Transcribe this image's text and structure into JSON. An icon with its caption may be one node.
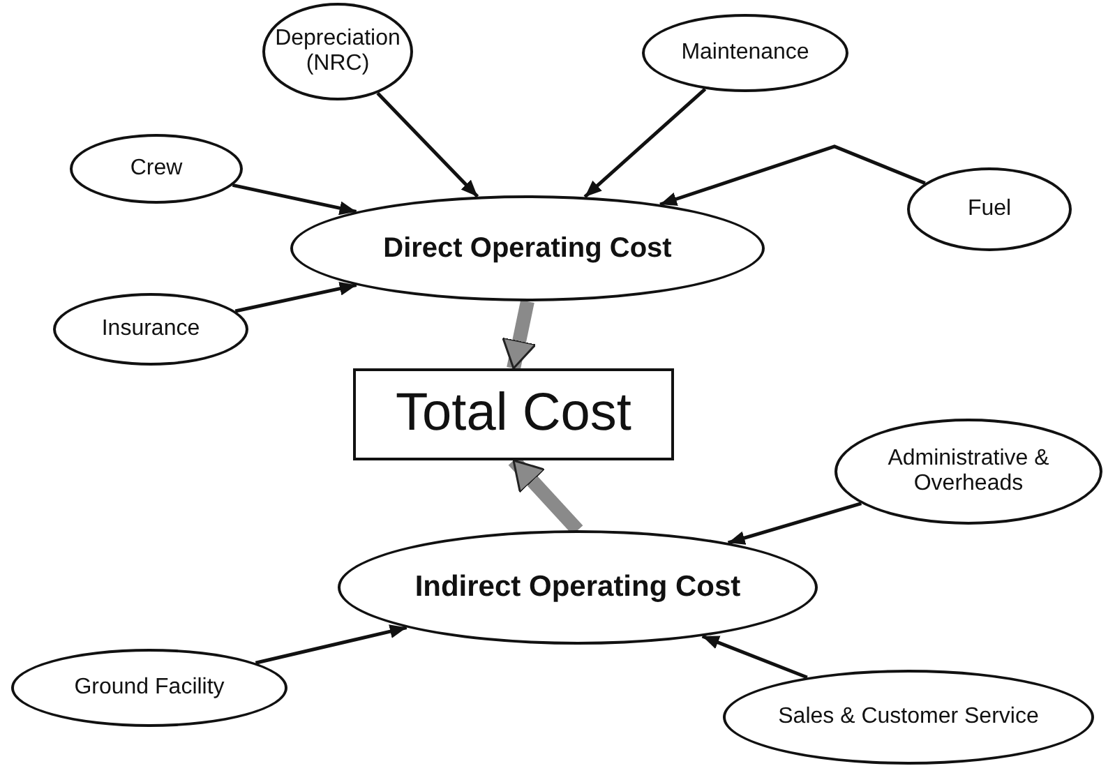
{
  "diagram": {
    "nodes": [
      {
        "text": [
          "Depreciation (NRC)"
        ]
      },
      {
        "text": [
          "Maintenance"
        ]
      },
      {
        "text": [
          "Crew"
        ]
      },
      {
        "text": [
          "Direct Operating Cost"
        ]
      },
      {
        "text": [
          "Fuel"
        ]
      },
      {
        "text": [
          "Insurance"
        ]
      },
      {
        "text": [
          "Total Cost"
        ]
      },
      {
        "text": [
          "Administrative & Overheads"
        ]
      },
      {
        "text": [
          "Indirect Operating Cost"
        ]
      },
      {
        "text": [
          "Ground Facility"
        ]
      },
      {
        "text": [
          "Sales & Customer Service"
        ]
      }
    ],
    "edges": [
      {
        "from": 0,
        "to": 3,
        "arrow": "to"
      },
      {
        "from": 1,
        "to": 3,
        "arrow": "to"
      },
      {
        "from": 2,
        "to": 3,
        "arrow": "to"
      },
      {
        "from": 4,
        "to": 3,
        "arrow": "to"
      },
      {
        "from": 5,
        "to": 3,
        "arrow": "to"
      },
      {
        "from": 3,
        "to": 6,
        "arrow": "to",
        "style": "thick",
        "color": "#8a8a8a"
      },
      {
        "from": 8,
        "to": 6,
        "arrow": "to",
        "style": "thick",
        "color": "#8a8a8a"
      },
      {
        "from": 7,
        "to": 8,
        "arrow": "to"
      },
      {
        "from": 9,
        "to": 8,
        "arrow": "to"
      },
      {
        "from": 10,
        "to": 8,
        "arrow": "to"
      }
    ]
  }
}
